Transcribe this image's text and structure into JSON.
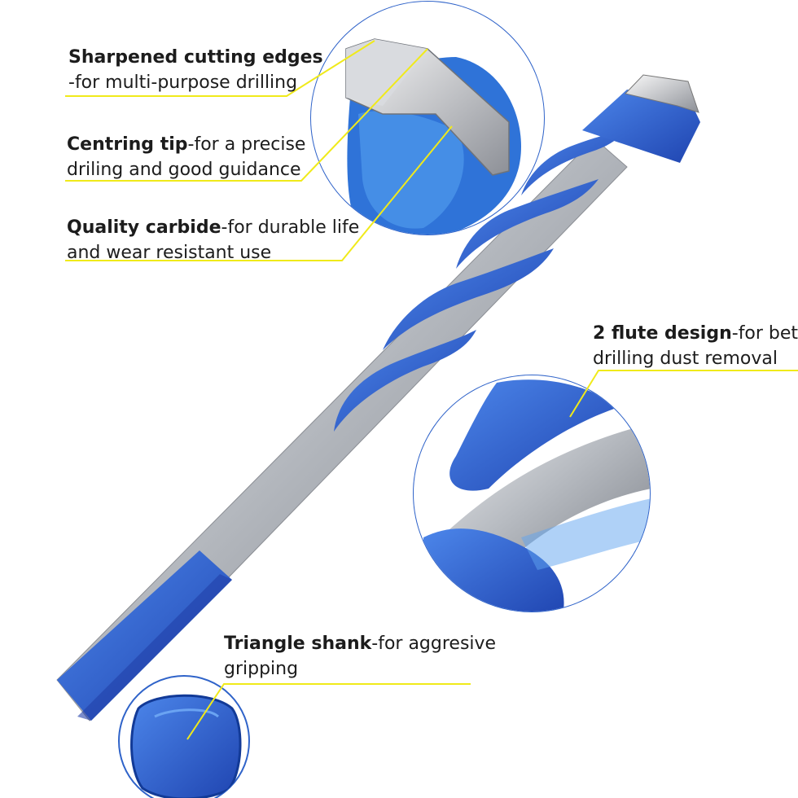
{
  "features": [
    {
      "id": "cutting-edges",
      "title": "Sharpened cutting edges",
      "desc_line1": "-for multi-purpose drilling",
      "desc_line2": ""
    },
    {
      "id": "centring-tip",
      "title": "Centring tip",
      "desc_line1": "-for a precise",
      "desc_line2": "driling and good guidance"
    },
    {
      "id": "quality-carbide",
      "title": "Quality carbide",
      "desc_line1": "-for durable life",
      "desc_line2": "and wear resistant use"
    },
    {
      "id": "flute-design",
      "title": "2 flute design",
      "desc_line1": "-for better",
      "desc_line2": "drilling dust removal"
    },
    {
      "id": "triangle-shank",
      "title": "Triangle shank",
      "desc_line1": "-for aggresive",
      "desc_line2": "gripping"
    }
  ],
  "colors": {
    "blue": "#2e5fd3",
    "blue_dark": "#1d3fa8",
    "blue_light": "#4a86e8",
    "silver": "#c9ccd1",
    "silver_dark": "#7c8088",
    "callout_line": "#f0ea1a",
    "circle_border": "#2f63c9"
  }
}
